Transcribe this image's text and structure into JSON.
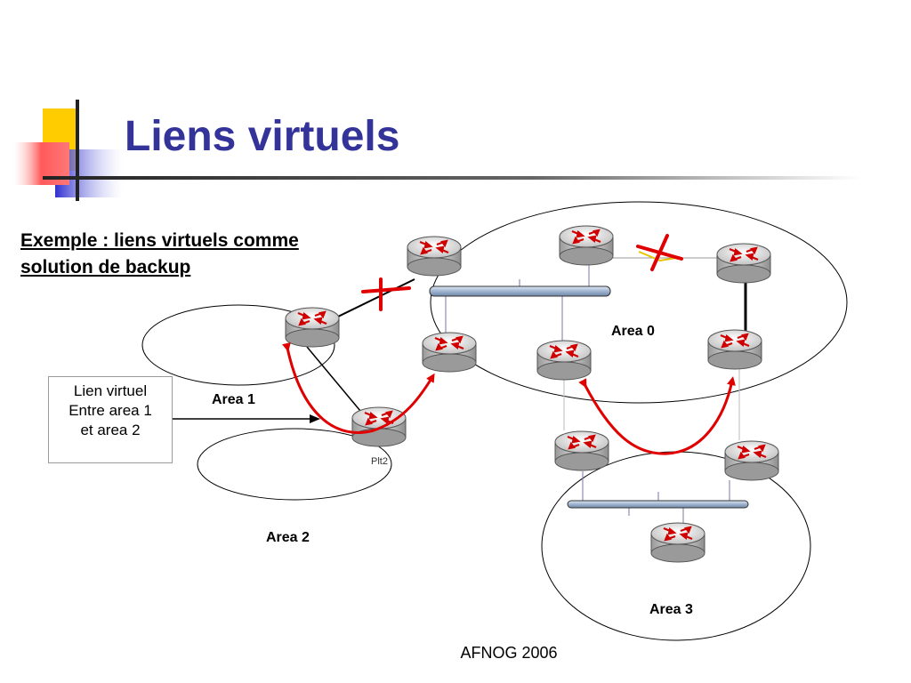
{
  "slide": {
    "title": "Liens virtuels",
    "subtitle_line1": "Exemple : liens virtuels comme",
    "subtitle_line2": "solution de backup",
    "callout_line1": "Lien virtuel",
    "callout_line2": "Entre area 1",
    "callout_line3": "et area 2",
    "footer": "AFNOG 2006"
  },
  "areas": {
    "area0": "Area 0",
    "area1": "Area 1",
    "area2": "Area 2",
    "area3": "Area 3"
  },
  "routers": {
    "plt2_label": "Plt2"
  },
  "colors": {
    "title": "#333399",
    "virtual_link": "#e00000",
    "logo_yellow": "#ffcc00",
    "logo_blue": "#3333cc",
    "logo_red": "#ff6666"
  }
}
